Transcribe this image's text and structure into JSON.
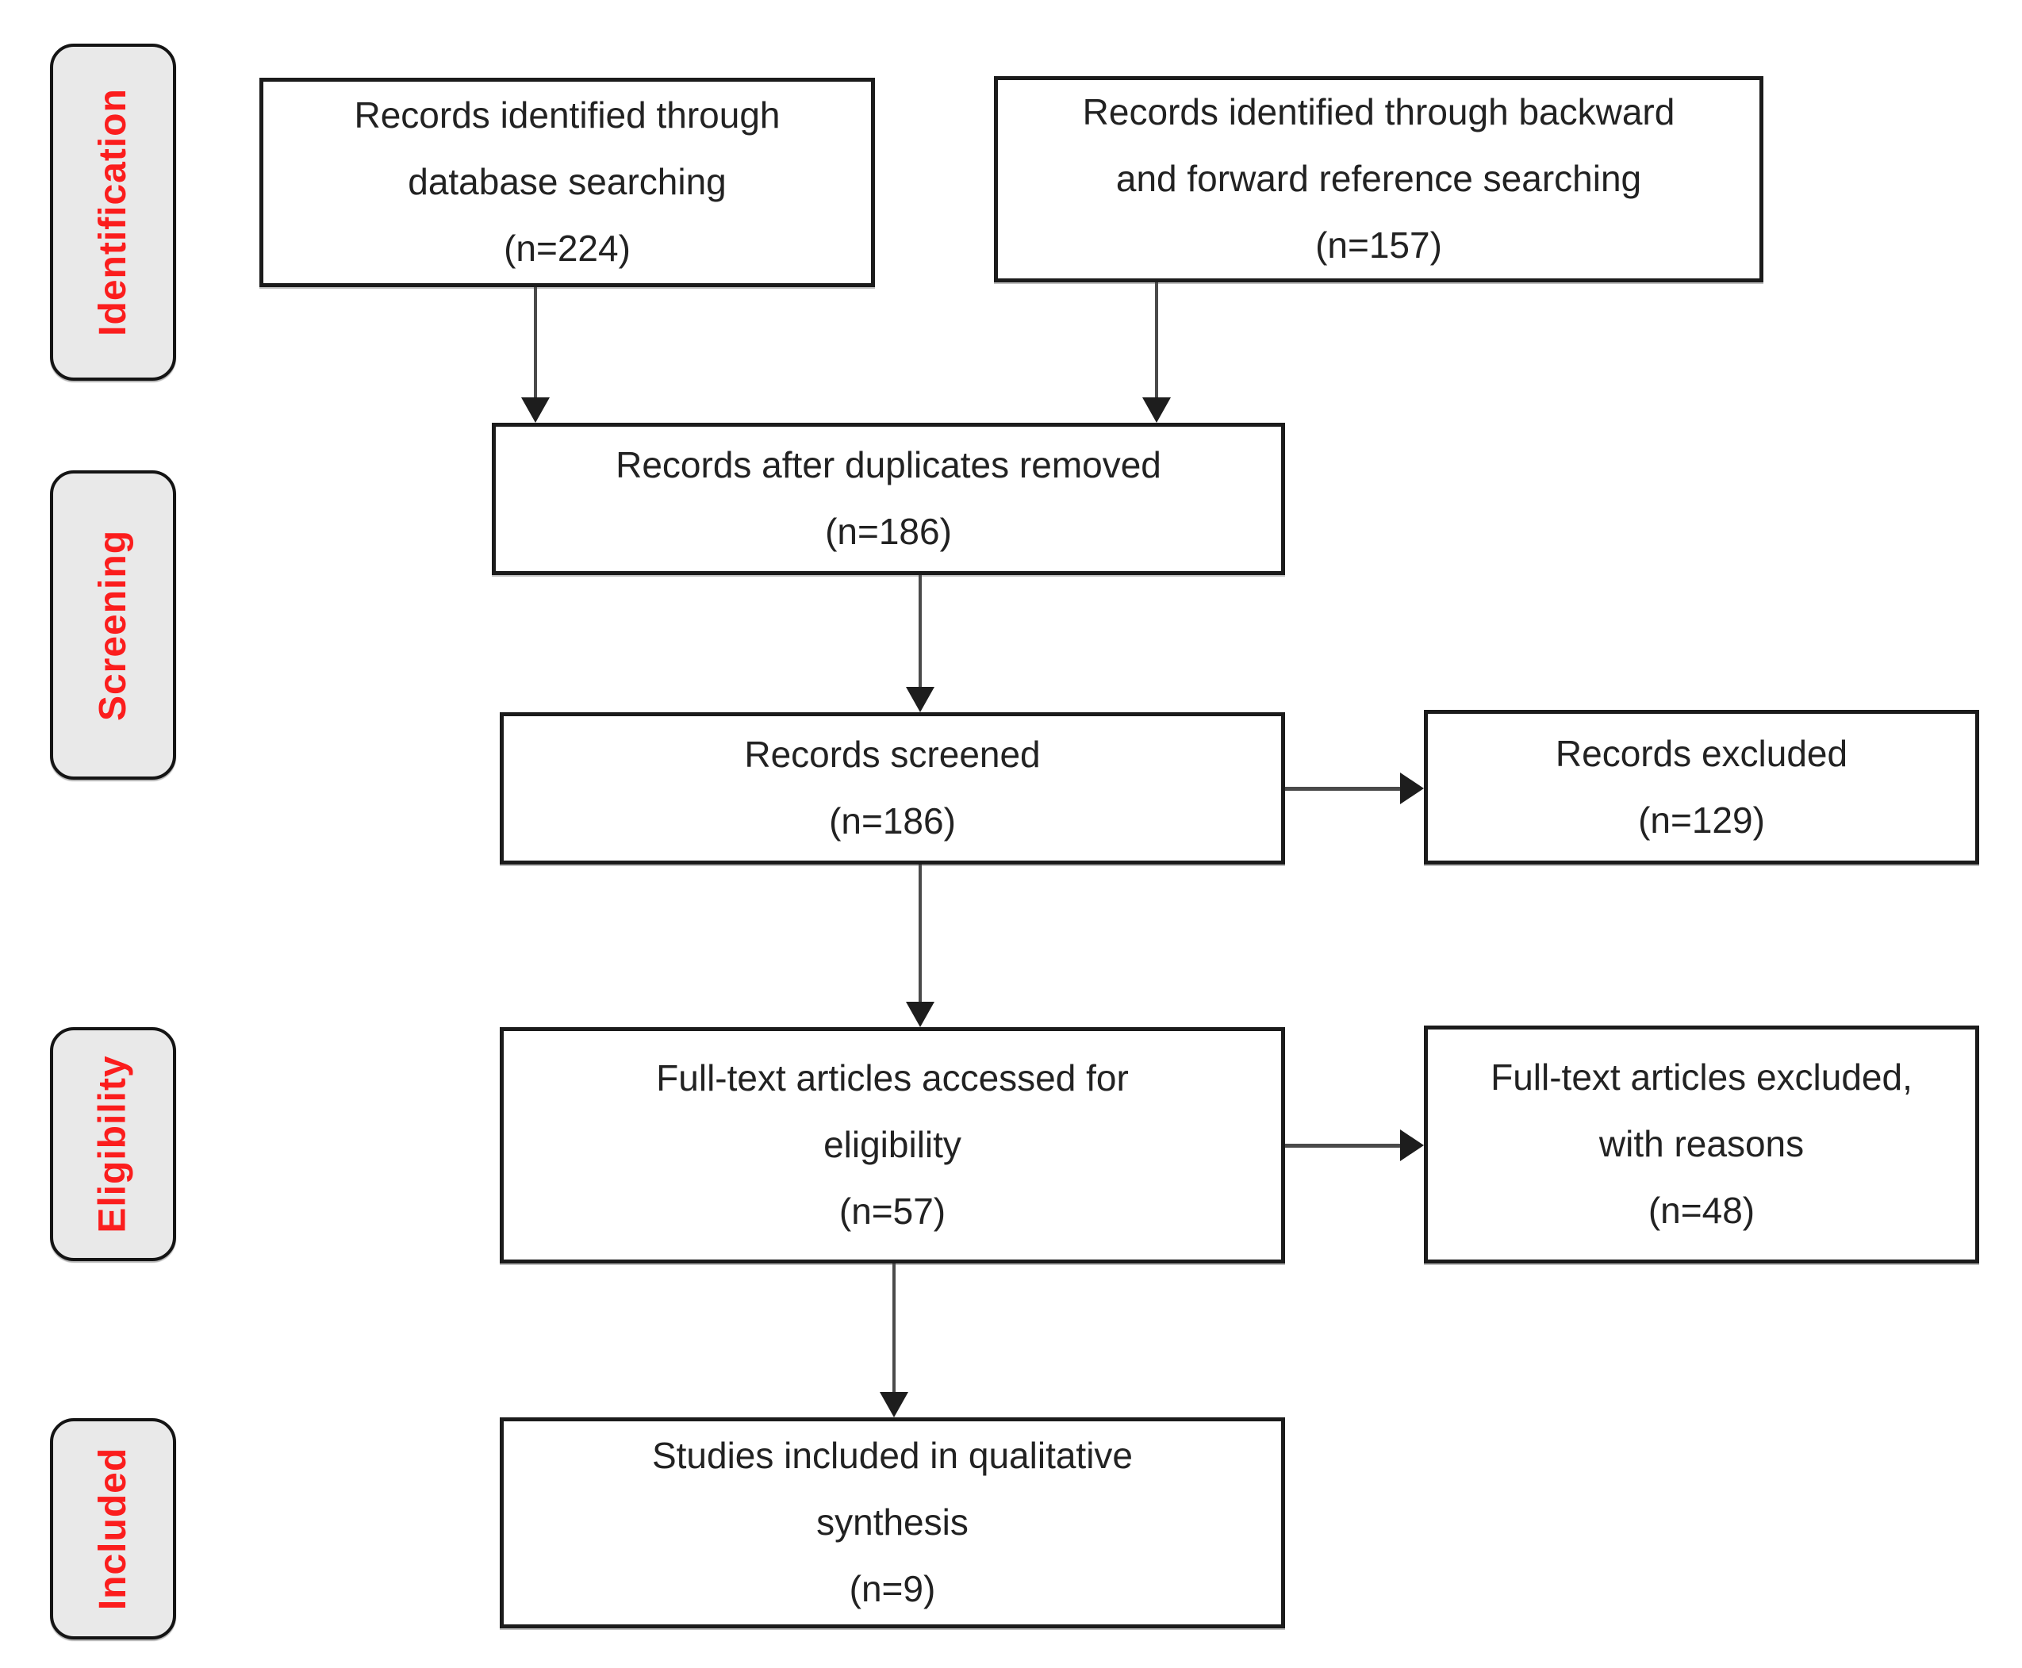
{
  "diagram_type": "prisma-flow-diagram",
  "palette": {
    "stage_label_text": "#fb1d1d",
    "stage_label_fill": "#e9e9e9",
    "box_border": "#1b1b1b",
    "box_text": "#222222",
    "arrow": "#1d1d1d",
    "background": "#ffffff"
  },
  "stages": {
    "identification": "Identification",
    "screening": "Screening",
    "eligibility": "Eligibility",
    "included": "Included"
  },
  "boxes": {
    "identified_db": "Records identified through\ndatabase searching\n(n=224)",
    "identified_refs": "Records identified through backward\nand forward reference searching\n(n=157)",
    "after_duplicates": "Records after duplicates removed\n(n=186)",
    "screened": "Records screened\n(n=186)",
    "records_excluded": "Records excluded\n(n=129)",
    "fulltext_assessed": "Full-text articles accessed for\neligibility\n(n=57)",
    "fulltext_excluded": "Full-text articles excluded,\nwith reasons\n(n=48)",
    "included_studies": "Studies included in qualitative\nsynthesis\n(n=9)"
  },
  "counts": {
    "identified_db": 224,
    "identified_refs": 157,
    "after_duplicates": 186,
    "screened": 186,
    "records_excluded": 129,
    "fulltext_assessed": 57,
    "fulltext_excluded": 48,
    "included_studies": 9
  }
}
